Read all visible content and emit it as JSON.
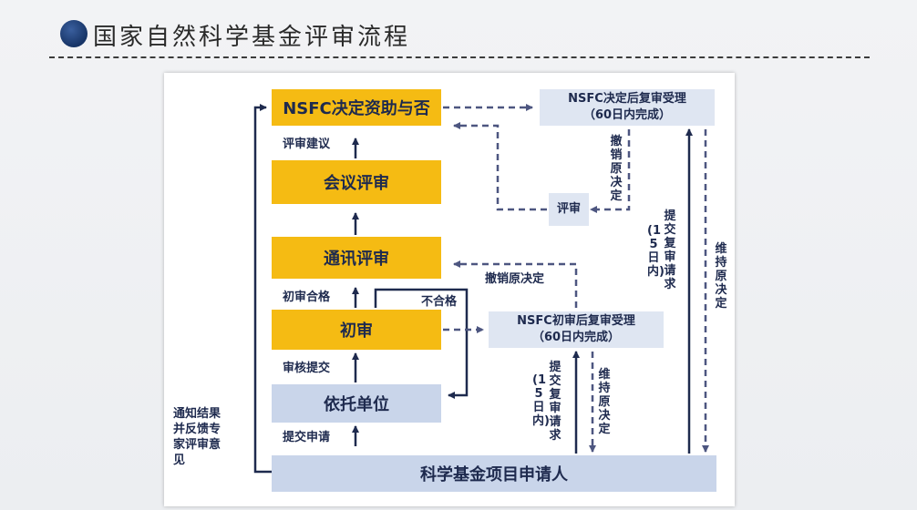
{
  "header": {
    "title": "国家自然科学基金评审流程"
  },
  "diagram": {
    "nodes": {
      "nsfc_decision": "NSFC决定资助与否",
      "meeting_review": "会议评审",
      "comm_review": "通讯评审",
      "initial_review": "初审",
      "host_unit": "依托单位",
      "applicant": "科学基金项目申请人",
      "review": "评审",
      "decision_recheck_line1": "NSFC决定后复审受理",
      "decision_recheck_line2": "（60日内完成）",
      "initial_recheck_line1": "NSFC初审后复审受理",
      "initial_recheck_line2": "（60日内完成）"
    },
    "labels": {
      "review_suggestion": "评审建议",
      "initial_pass": "初审合格",
      "not_pass": "不合格",
      "audit_submit": "审核提交",
      "submit_application": "提交申请",
      "notify_feedback": "通知结果并反馈专家评审意见",
      "revoke_original": "撤销原决定",
      "revoke_original_v": "撤销原决定",
      "maintain_original_1": "维持原决定",
      "maintain_original_2": "维持原决定",
      "submit_recheck_1": "提交复审请求",
      "within_15_1": "(15日内)",
      "submit_recheck_2": "提交复审请求",
      "within_15_2": "(15日内)"
    }
  },
  "colors": {
    "gold": "#f5bb13",
    "blue": "#c9d5ea",
    "light": "#dfe6f2",
    "line": "#1e2a4e",
    "dash": "#4d5680"
  }
}
